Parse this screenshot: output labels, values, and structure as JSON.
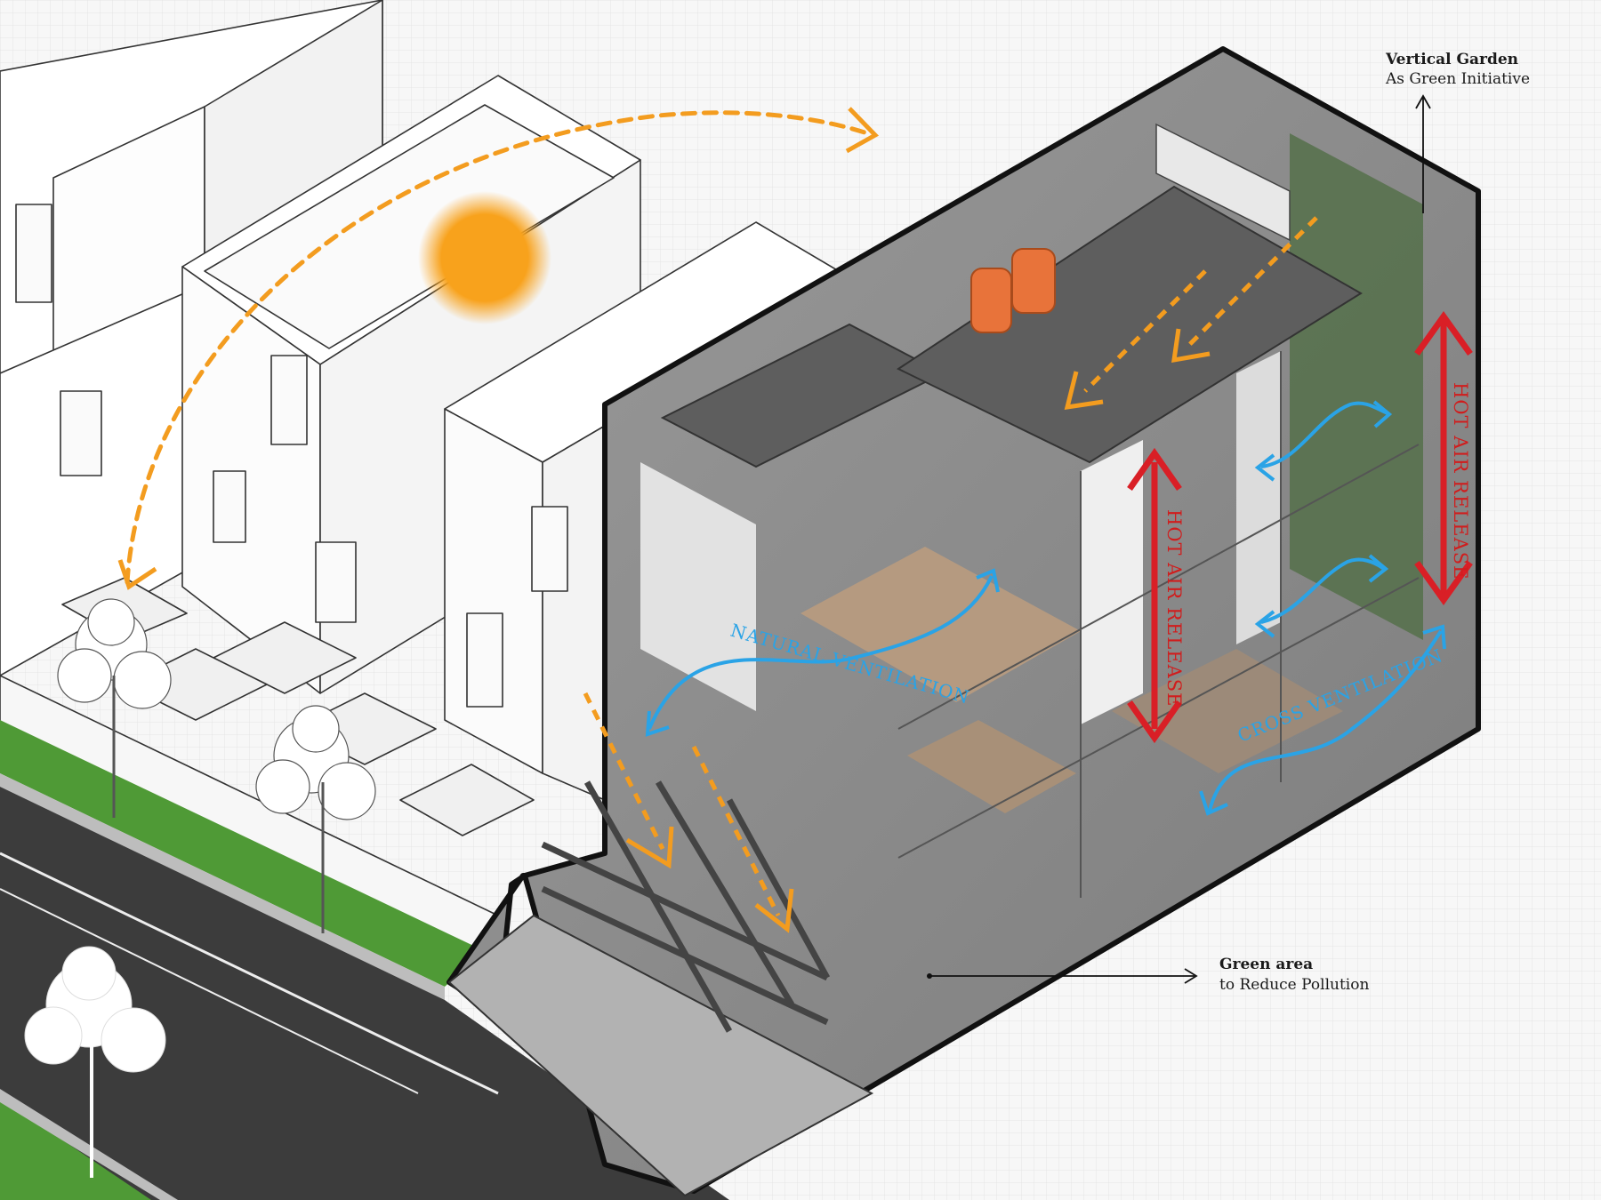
{
  "labels": {
    "vertical_garden_title": "Vertical Garden",
    "vertical_garden_sub": "As Green Initiative",
    "green_area_title": "Green area",
    "green_area_sub": "to Reduce Pollution",
    "natural_ventilation": "NATURAL VENTILATION",
    "cross_ventilation": "CROSS VENTILATION",
    "hot_air_release_center": "HOT AIR RELEASE",
    "hot_air_release_right": "HOT AIR RELEASE"
  },
  "colors": {
    "sun": "#f8a21c",
    "sun_path": "#f39c1f",
    "airflow_blue": "#2aa3e6",
    "hot_air_red": "#d91f26",
    "grass": "#4f9a36",
    "road": "#3c3c3c",
    "house_body": "#8f8f8f",
    "roof": "#5e5e5e",
    "wood_floor": "#b59a80",
    "water_tank": "#e8733a",
    "vertical_garden": "#55704a"
  },
  "icons": {
    "sun": "sun-icon",
    "tree": "tree-icon",
    "arrow": "arrow-head-icon"
  }
}
